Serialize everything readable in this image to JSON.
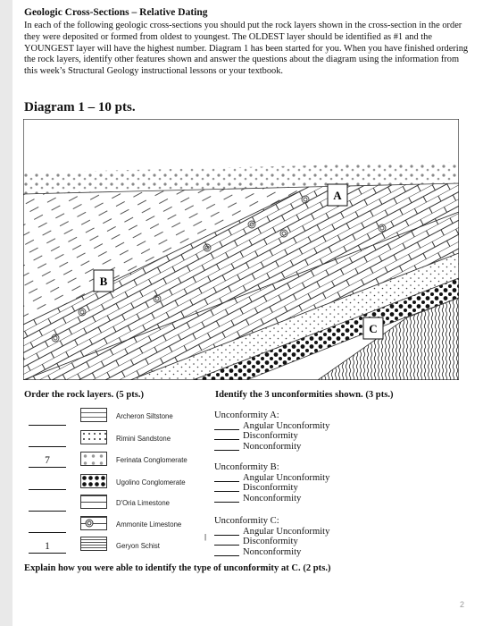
{
  "header": {
    "title": "Geologic Cross-Sections – Relative Dating",
    "intro": "In each of the following geologic cross-sections you should put the rock layers shown in the cross-section in the order they were deposited or formed from oldest to youngest. The OLDEST layer should be identified as #1 and the YOUNGEST layer will have the highest number. Diagram 1 has been started for you. When you have finished ordering the rock layers, identify other features shown and answer the questions about the diagram using the information from this week’s Structural Geology instructional lessons or your textbook."
  },
  "diagram": {
    "title": "Diagram 1 – 10 pts.",
    "labels": {
      "a": "A",
      "b": "B",
      "c": "C"
    }
  },
  "order": {
    "heading": "Order the rock layers. (5 pts.)",
    "rows": [
      {
        "number": "",
        "label": "Archeron Siltstone"
      },
      {
        "number": "",
        "label": "Rimini Sandstone"
      },
      {
        "number": "7",
        "label": "Ferinata Conglomerate"
      },
      {
        "number": "",
        "label": "Ugolino Conglomerate"
      },
      {
        "number": "",
        "label": "D'Oria Limestone"
      },
      {
        "number": "",
        "label": "Ammonite Limestone"
      },
      {
        "number": "1",
        "label": "Geryon Schist"
      }
    ]
  },
  "unconformities": {
    "heading": "Identify the 3 unconformities shown. (3 pts.)",
    "options": [
      "Angular Unconformity",
      "Disconformity",
      "Nonconformity"
    ],
    "groups": [
      {
        "label": "Unconformity A:"
      },
      {
        "label": "Unconformity B:"
      },
      {
        "label": "Unconformity C:"
      }
    ]
  },
  "explain": "Explain how you were able to identify the type of unconformity at C. (2 pts.)",
  "page_number": "2"
}
